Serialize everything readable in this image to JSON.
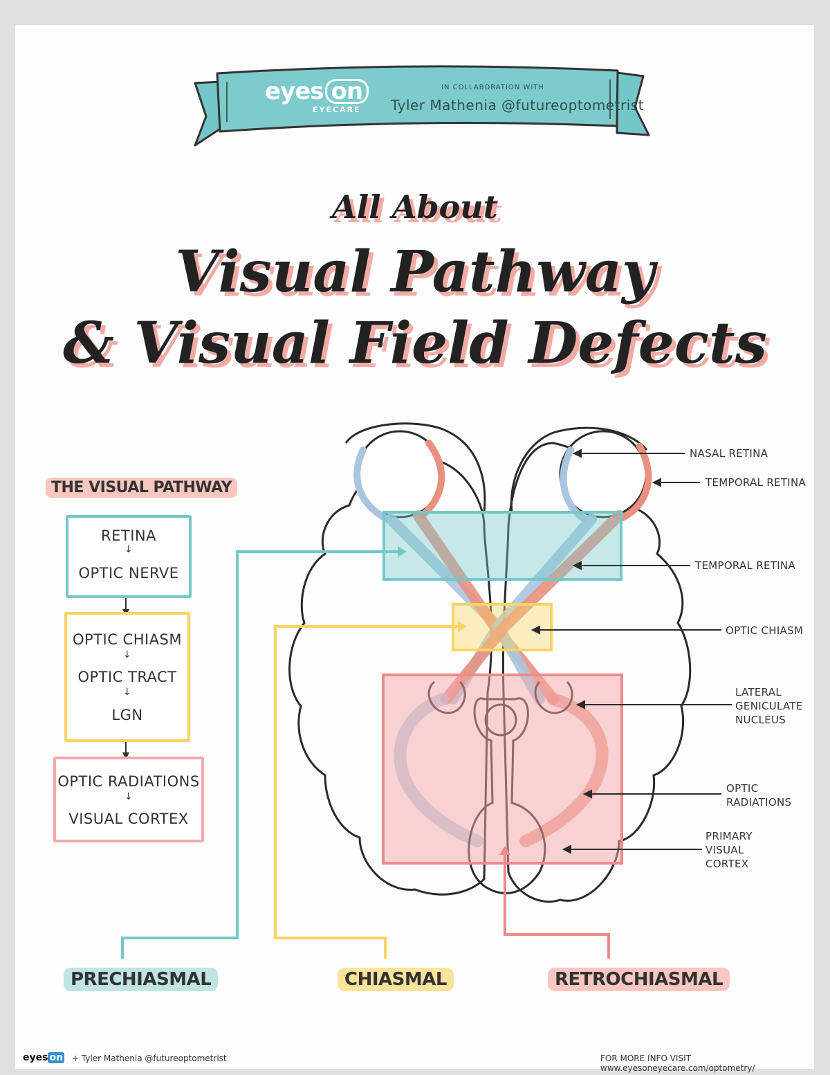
{
  "header": {
    "brand_main": "eyes",
    "brand_on": "on",
    "brand_sub": "EYECARE",
    "collab_label": "IN COLLABORATION WITH",
    "collab_name": "Tyler Mathenia @futureoptometrist"
  },
  "title": {
    "line1": "All About",
    "line2": "Visual Pathway",
    "line3": "& Visual Field Defects"
  },
  "pathway": {
    "heading": "THE VISUAL PATHWAY",
    "groups": [
      {
        "color": "#74c7c9",
        "steps": [
          "RETINA",
          "OPTIC NERVE"
        ]
      },
      {
        "color": "#f9d463",
        "steps": [
          "OPTIC CHIASM",
          "OPTIC TRACT",
          "LGN"
        ]
      },
      {
        "color": "#f4a7a8",
        "steps": [
          "OPTIC RADIATIONS",
          "VISUAL CORTEX"
        ]
      }
    ]
  },
  "callouts": {
    "nasal_retina": "NASAL RETINA",
    "temporal_retina_top": "TEMPORAL RETINA",
    "temporal_retina_mid": "TEMPORAL RETINA",
    "optic_chiasm": "OPTIC CHIASM",
    "lgn": "LATERAL\nGENICULATE\nNUCLEUS",
    "optic_radiations": "OPTIC\nRADIATIONS",
    "primary_visual_cortex": "PRIMARY\nVISUAL\nCORTEX"
  },
  "categories": {
    "prechiasmal": "PRECHIASMAL",
    "chiasmal": "CHIASMAL",
    "retrochiasmal": "RETROCHIASMAL"
  },
  "footer": {
    "logo_main": "eyes",
    "logo_on": "on",
    "credit": "+ Tyler Mathenia @futureoptometrist",
    "more_info": "FOR MORE INFO VISIT  www.eyesoneyecare.com/optometry/"
  },
  "colors": {
    "teal": "#74c7c9",
    "yellow": "#f9d463",
    "pink": "#f4a7a8",
    "nasal_fiber": "#a9c6e0",
    "temporal_fiber": "#e9907f",
    "title_shadow": "#f2aaa4"
  }
}
